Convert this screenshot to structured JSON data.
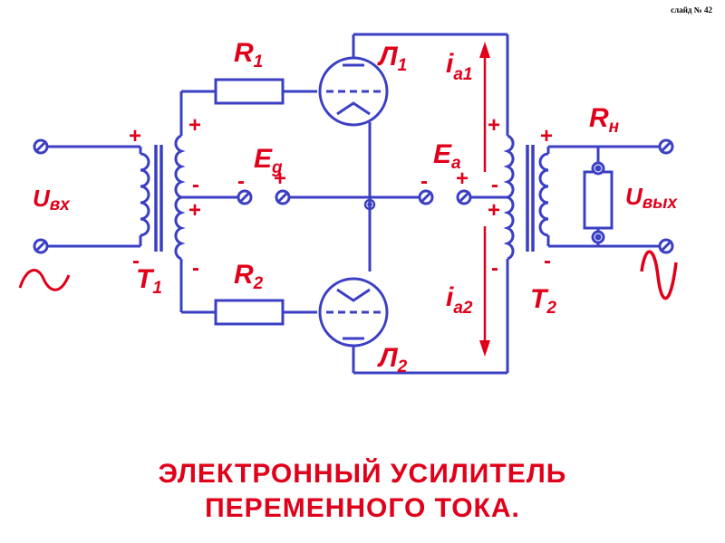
{
  "slide_number": "слайд № 42",
  "labels": {
    "r1": {
      "main": "R",
      "sub": "1"
    },
    "r2": {
      "main": "R",
      "sub": "2"
    },
    "rn": {
      "main": "R",
      "sub": "н"
    },
    "l1": {
      "main": "Л",
      "sub": "1"
    },
    "l2": {
      "main": "Л",
      "sub": "2"
    },
    "t1": {
      "main": "Т",
      "sub": "1"
    },
    "t2": {
      "main": "Т",
      "sub": "2"
    },
    "eg": {
      "main": "E",
      "sub": "g"
    },
    "ea": {
      "main": "E",
      "sub": "a"
    },
    "ia1": {
      "main": "i",
      "sub": "a1"
    },
    "ia2": {
      "main": "i",
      "sub": "a2"
    },
    "uin": {
      "main": "U",
      "sub": "вх"
    },
    "uout": {
      "main": "U",
      "sub": "вых"
    }
  },
  "signs": {
    "plus": "+",
    "minus": "-"
  },
  "caption": {
    "line1": "ЭЛЕКТРОННЫЙ УСИЛИТЕЛЬ",
    "line2": "ПЕРЕМЕННОГО ТОКА."
  },
  "colors": {
    "wire": "#3b3fc4",
    "label": "#e0001a"
  }
}
